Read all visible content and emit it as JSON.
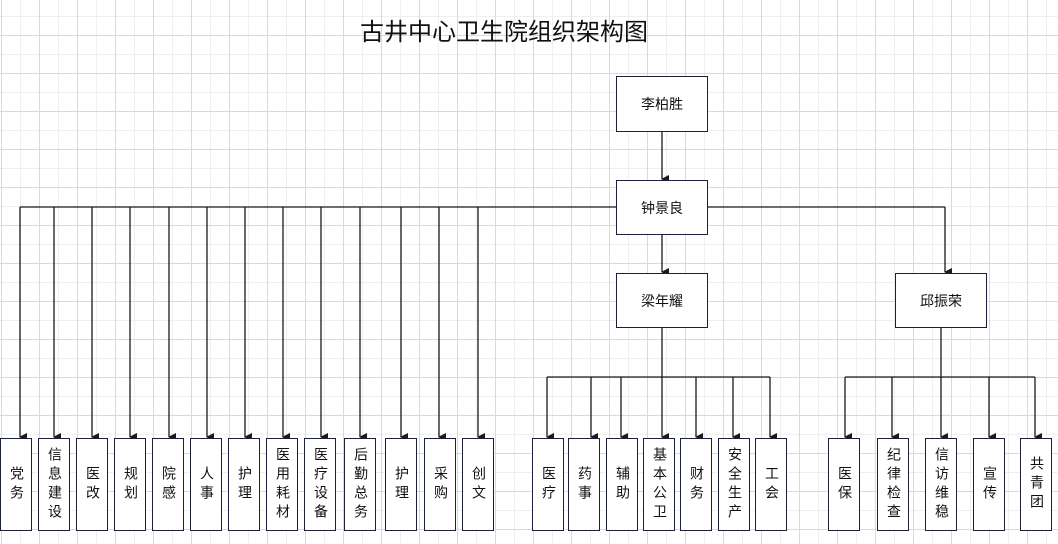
{
  "title": "古井中心卫生院组织架构图",
  "colors": {
    "line": "#1a1a1a",
    "box_border": "#1a1f3a",
    "grid": "#d9d9d9"
  },
  "top": {
    "name": "李柏胜"
  },
  "second": {
    "name": "钟景良"
  },
  "sub_leaders": [
    {
      "name": "梁年耀"
    },
    {
      "name": "邱振荣"
    }
  ],
  "departments_direct": [
    {
      "name": "党务"
    },
    {
      "name": "信息建设"
    },
    {
      "name": "医改"
    },
    {
      "name": "规划"
    },
    {
      "name": "院感"
    },
    {
      "name": "人事"
    },
    {
      "name": "护理"
    },
    {
      "name": "医用耗材"
    },
    {
      "name": "医疗设备"
    },
    {
      "name": "后勤总务"
    },
    {
      "name": "护理"
    },
    {
      "name": "采购"
    },
    {
      "name": "创文"
    }
  ],
  "departments_liang": [
    {
      "name": "医疗"
    },
    {
      "name": "药事"
    },
    {
      "name": "辅助"
    },
    {
      "name": "基本公卫"
    },
    {
      "name": "财务"
    },
    {
      "name": "安全生产"
    },
    {
      "name": "工会"
    }
  ],
  "departments_qiu": [
    {
      "name": "医保"
    },
    {
      "name": "纪律检查"
    },
    {
      "name": "信访维稳"
    },
    {
      "name": "宣传"
    },
    {
      "name": "共青团"
    }
  ]
}
